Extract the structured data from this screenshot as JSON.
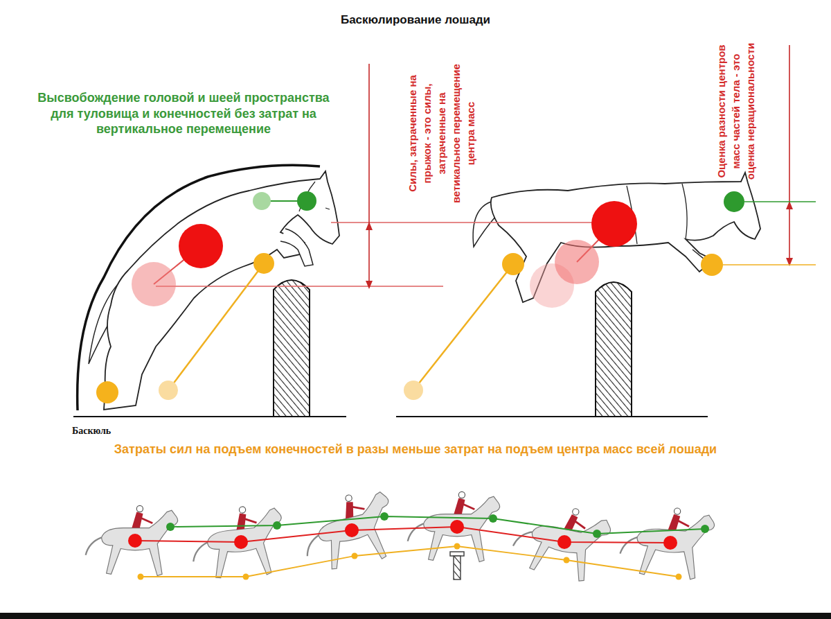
{
  "diagram": {
    "title": "Баскюлирование лошади",
    "labels": [
      "Высвобождение головой и шеей пространства для туловища и конечностей без затрат на вертикальное перемещение",
      "Силы, затраченные на прыжок - это силы, затраченные на ветикальное перемещение центра масс",
      "Оценка разности центров масс частей тела - это оценка нерациональности",
      "Баскюль",
      "Затраты сил на подъем конечностей в разы меньше затрат на подъем центра масс всей лошади"
    ]
  }
}
